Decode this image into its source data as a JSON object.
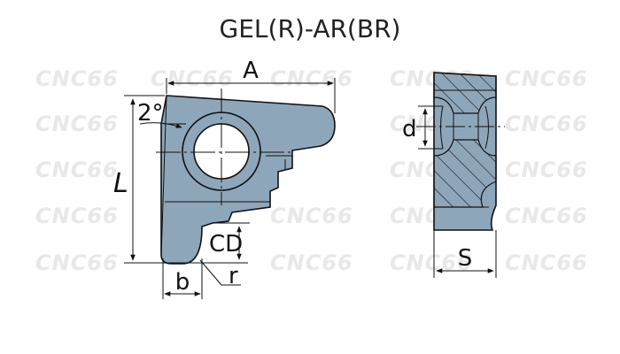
{
  "title": "GEL(R)-AR(BR)",
  "watermark": "CNC66",
  "labels": {
    "A": "A",
    "L": "L",
    "angle": "2°",
    "CD": "CD",
    "b": "b",
    "r": "r",
    "d": "d",
    "S": "S"
  },
  "colors": {
    "insert_fill": "#8ea6ba",
    "hole_fill": "#ffffff",
    "line": "#111111",
    "watermark": "#e8e8e8"
  }
}
